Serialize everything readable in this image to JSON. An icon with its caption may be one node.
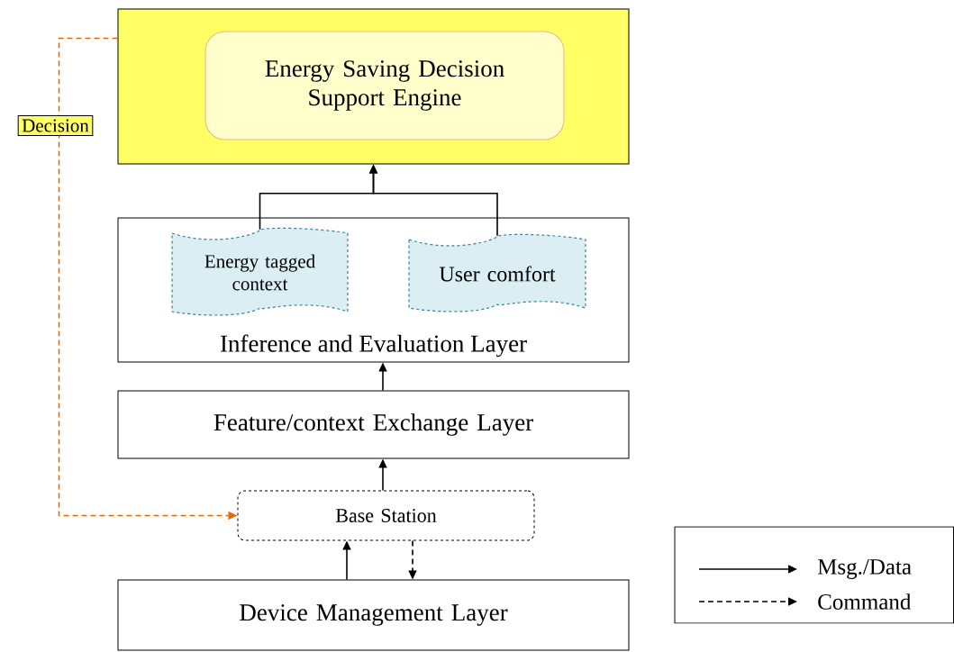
{
  "diagram": {
    "nodes": [
      {
        "text": [],
        "shape": "box"
      },
      {
        "text": [
          "Energy Saving Decision Support Engine"
        ],
        "in": 0
      },
      {
        "text": [
          "Inference and Evaluation Layer"
        ]
      },
      {
        "text": [
          "Energy tagged context"
        ],
        "in": 2
      },
      {
        "text": [
          "User comfort"
        ],
        "in": 2
      },
      {
        "text": [
          "Feature/context Exchange Layer"
        ]
      },
      {
        "text": [
          "Base Station"
        ]
      },
      {
        "text": [
          "Device Management Layer"
        ]
      }
    ],
    "edges": [
      {
        "from": 3,
        "to": 0,
        "arrow": "to"
      },
      {
        "from": 4,
        "to": 0,
        "arrow": "to"
      },
      {
        "from": 5,
        "to": 2,
        "arrow": "to"
      },
      {
        "from": 6,
        "to": 5,
        "arrow": "to"
      },
      {
        "from": 7,
        "to": 6,
        "arrow": "to"
      },
      {
        "from": 6,
        "to": 7,
        "arrow": "to",
        "style": "dashed"
      },
      {
        "from": 0,
        "to": 6,
        "arrow": "to",
        "style": "dashed",
        "color": "#e36c09",
        "label": "Decision"
      }
    ],
    "legend": [
      {
        "text": "Msg./Data"
      },
      {
        "text": "Command"
      }
    ]
  }
}
